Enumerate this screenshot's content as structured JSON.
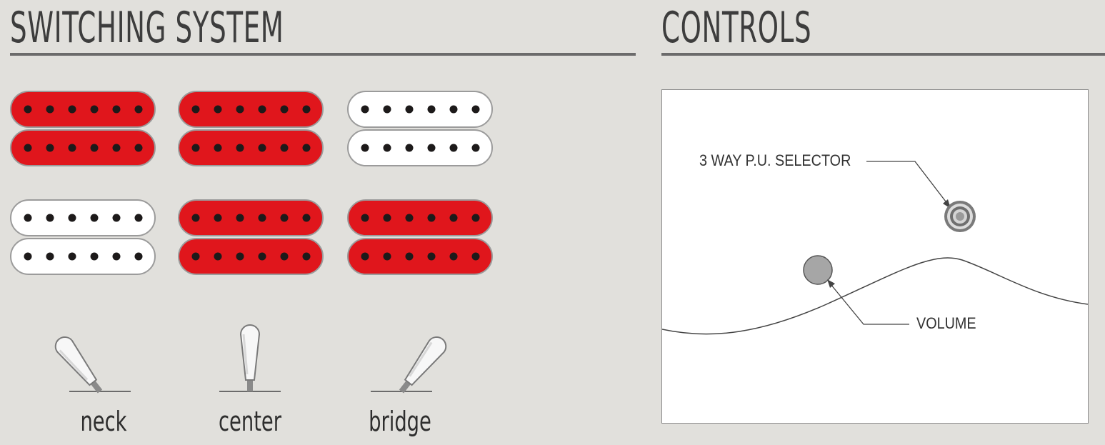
{
  "switching": {
    "title": "SWITCHING SYSTEM",
    "colors": {
      "active": "#e0161c",
      "inactive": "#ffffff"
    },
    "positions": [
      {
        "label": "neck",
        "lever": "left",
        "neck_humbucker": "active",
        "bridge_humbucker": "inactive"
      },
      {
        "label": "center",
        "lever": "center",
        "neck_humbucker": "active",
        "bridge_humbucker": "active"
      },
      {
        "label": "bridge",
        "lever": "right",
        "neck_humbucker": "inactive",
        "bridge_humbucker": "active"
      }
    ]
  },
  "controls": {
    "title": "CONTROLS",
    "selector_label": "3 WAY P.U. SELECTOR",
    "volume_label": "VOLUME"
  }
}
